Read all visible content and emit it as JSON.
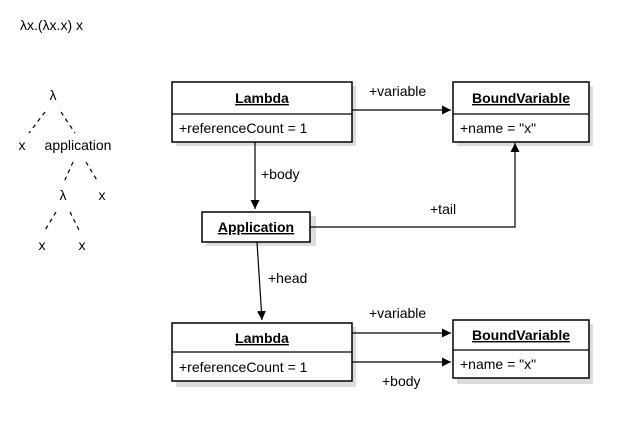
{
  "expression": "λx.(λx.x) x",
  "tree": {
    "root": "λ",
    "root_left": "x",
    "root_right": "application",
    "app_left": "λ",
    "app_right": "x",
    "inner_left": "x",
    "inner_right": "x"
  },
  "nodes": {
    "lambda_top": {
      "title": "Lambda",
      "attribute": "+referenceCount = 1"
    },
    "bound_top": {
      "title": "BoundVariable",
      "attribute": "+name = \"x\""
    },
    "application": {
      "title": "Application"
    },
    "lambda_bottom": {
      "title": "Lambda",
      "attribute": "+referenceCount = 1"
    },
    "bound_bottom": {
      "title": "BoundVariable",
      "attribute": "+name = \"x\""
    }
  },
  "edges": {
    "variable_top": "+variable",
    "body_top": "+body",
    "tail": "+tail",
    "head": "+head",
    "variable_bottom": "+variable",
    "body_bottom": "+body"
  }
}
